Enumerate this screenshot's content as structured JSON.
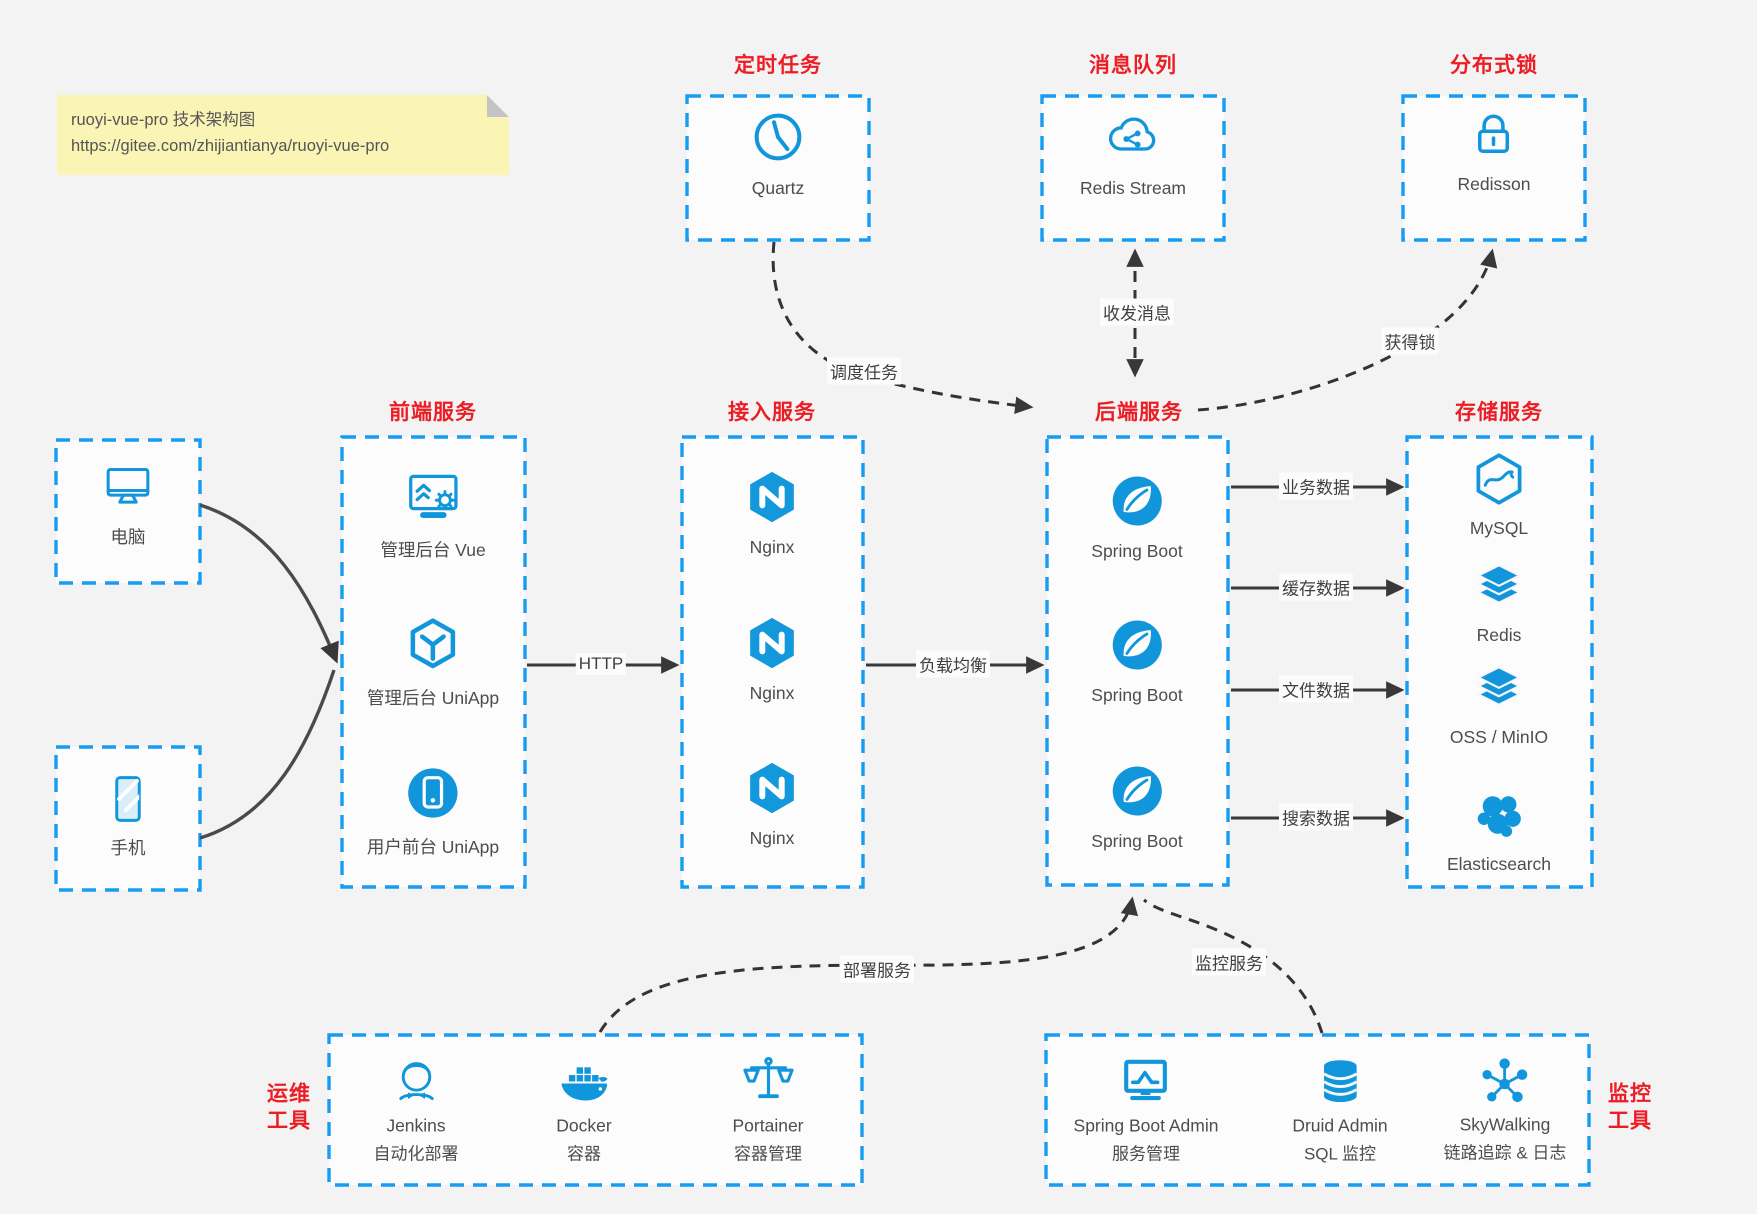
{
  "note": {
    "line1": "ruoyi-vue-pro 技术架构图",
    "line2": "https://gitee.com/zhijiantianya/ruoyi-vue-pro"
  },
  "colors": {
    "icon_blue": "#1296db",
    "border_blue": "#169cf1",
    "title_red": "#ec1d25",
    "arrow_dark": "#383838",
    "note_yellow": "#faf4b5",
    "page_bg": "#f3f3f3"
  },
  "top_services": [
    {
      "title": "定时任务",
      "name": "Quartz",
      "icon": "clock-icon"
    },
    {
      "title": "消息队列",
      "name": "Redis Stream",
      "icon": "cloud-share-icon"
    },
    {
      "title": "分布式锁",
      "name": "Redisson",
      "icon": "lock-icon"
    }
  ],
  "clients": [
    {
      "label": "电脑",
      "icon": "computer-icon"
    },
    {
      "label": "手机",
      "icon": "phone-icon"
    }
  ],
  "frontend": {
    "title": "前端服务",
    "items": [
      "管理后台 Vue",
      "管理后台 UniApp",
      "用户前台 UniApp"
    ]
  },
  "access": {
    "title": "接入服务",
    "items": [
      "Nginx",
      "Nginx",
      "Nginx"
    ]
  },
  "backend": {
    "title": "后端服务",
    "items": [
      "Spring Boot",
      "Spring Boot",
      "Spring Boot"
    ]
  },
  "storage": {
    "title": "存储服务",
    "items": [
      "MySQL",
      "Redis",
      "OSS / MinIO",
      "Elasticsearch"
    ]
  },
  "edges": {
    "http": "HTTP",
    "load_balance": "负载均衡",
    "schedule": "调度任务",
    "message": "收发消息",
    "lock": "获得锁",
    "business": "业务数据",
    "cache": "缓存数据",
    "file": "文件数据",
    "search": "搜索数据",
    "deploy": "部署服务",
    "monitor": "监控服务"
  },
  "ops": {
    "label_line1": "运维",
    "label_line2": "工具",
    "items": [
      {
        "name": "Jenkins",
        "desc": "自动化部署"
      },
      {
        "name": "Docker",
        "desc": "容器"
      },
      {
        "name": "Portainer",
        "desc": "容器管理"
      }
    ]
  },
  "monitoring": {
    "label_line1": "监控",
    "label_line2": "工具",
    "items": [
      {
        "name": "Spring Boot Admin",
        "desc": "服务管理"
      },
      {
        "name": "Druid Admin",
        "desc": "SQL 监控"
      },
      {
        "name": "SkyWalking",
        "desc": "链路追踪 & 日志"
      }
    ]
  }
}
